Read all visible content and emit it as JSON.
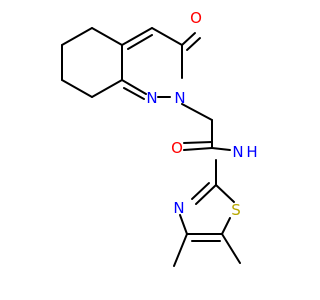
{
  "molecule": {
    "atoms": {
      "o1": {
        "text": "O",
        "color": "#ff0000"
      },
      "n1": {
        "text": "N",
        "color": "#0000ff"
      },
      "n2": {
        "text": "N",
        "color": "#0000ff"
      },
      "o2": {
        "text": "O",
        "color": "#ff0000"
      },
      "nh": {
        "text": "N",
        "color": "#0000ff"
      },
      "h": {
        "text": "H",
        "color": "#0000ff"
      },
      "n3": {
        "text": "N",
        "color": "#0000ff"
      },
      "s": {
        "text": "S",
        "color": "#b8a800"
      }
    }
  }
}
